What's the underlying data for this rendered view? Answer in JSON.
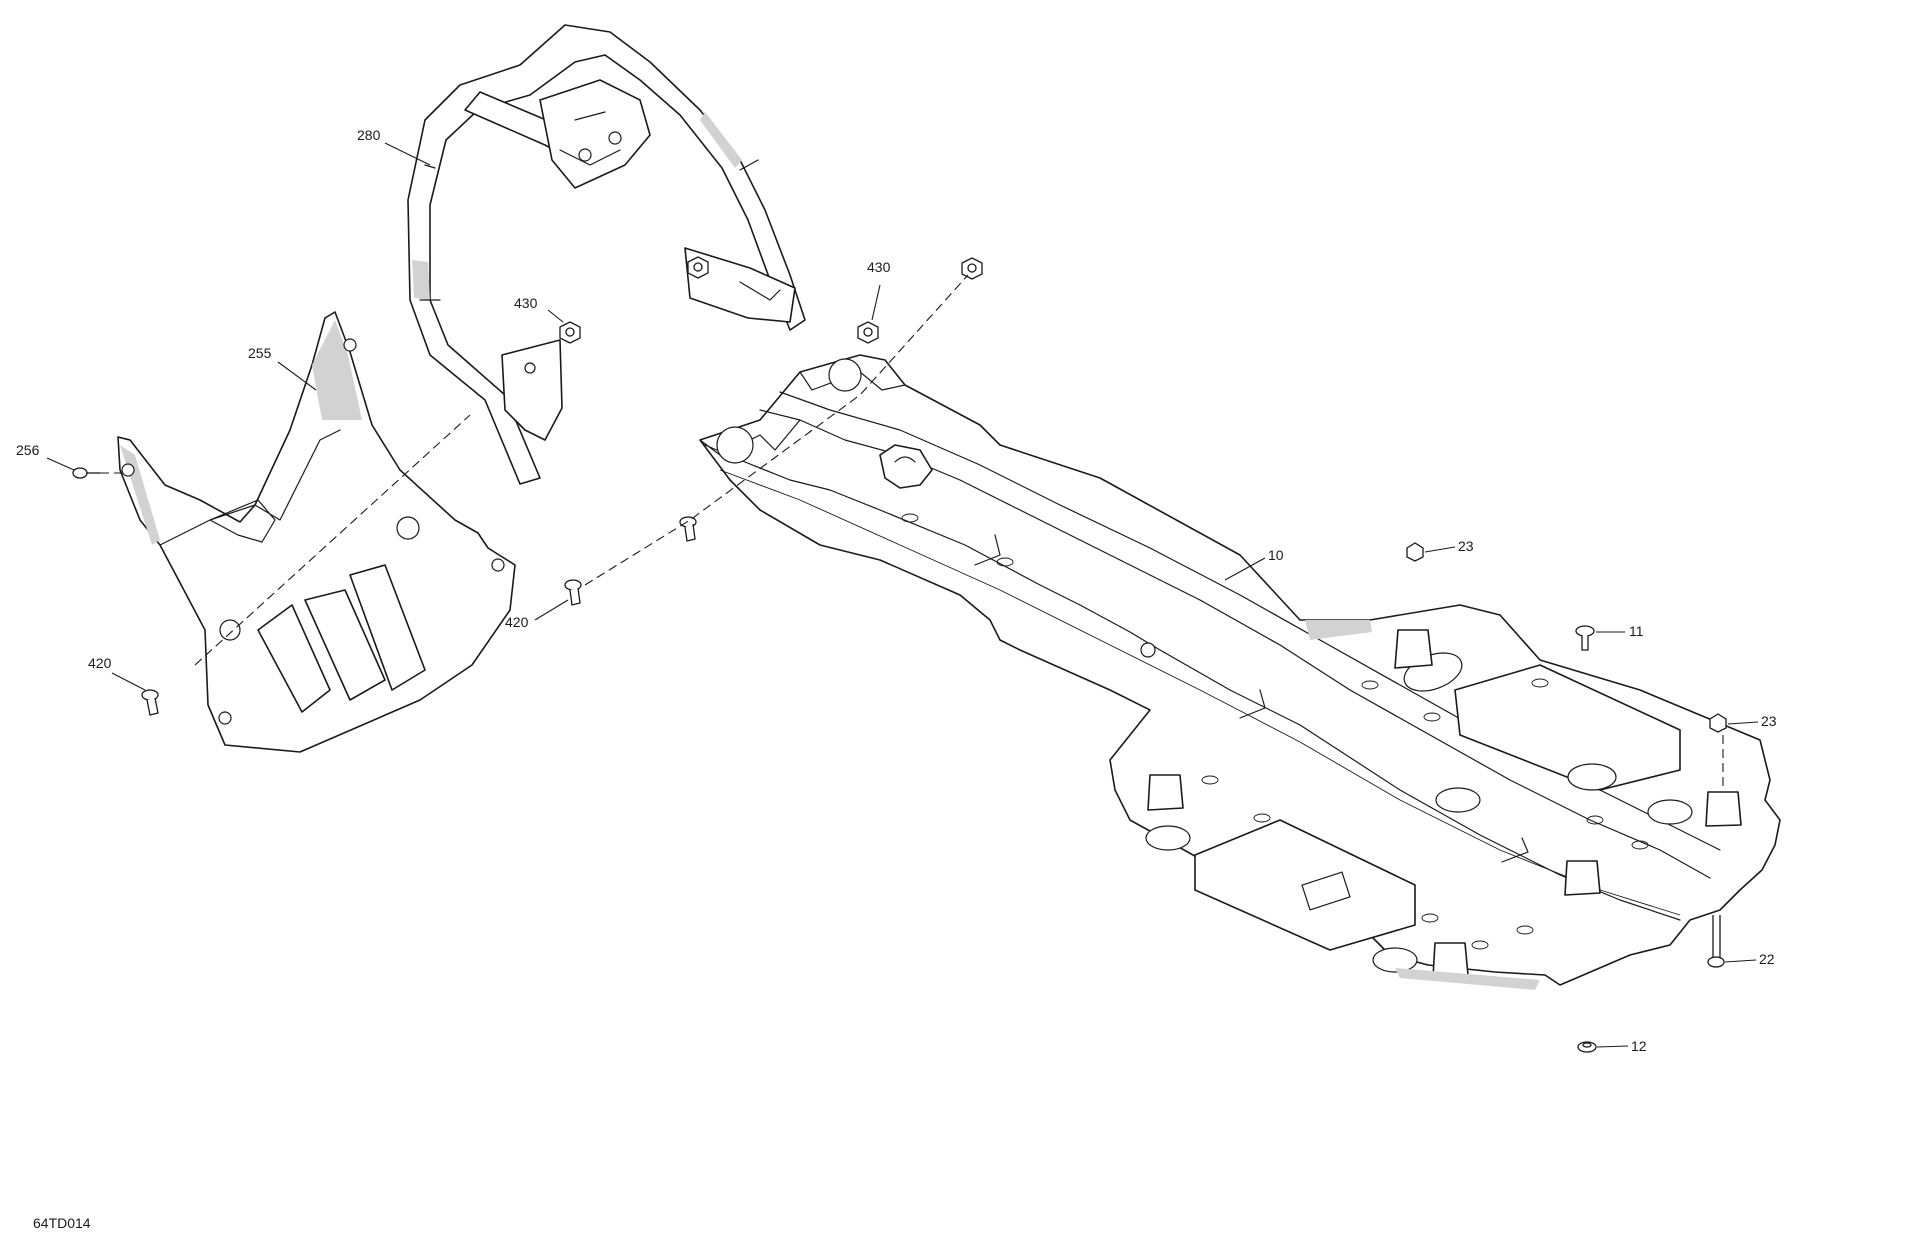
{
  "diagram": {
    "drawing_code": "64TD014",
    "callouts": {
      "c280": "280",
      "c255": "255",
      "c256": "256",
      "c430a": "430",
      "c430b": "430",
      "c420a": "420",
      "c420b": "420",
      "c10": "10",
      "c23a": "23",
      "c23b": "23",
      "c11": "11",
      "c22": "22",
      "c12": "12"
    }
  }
}
